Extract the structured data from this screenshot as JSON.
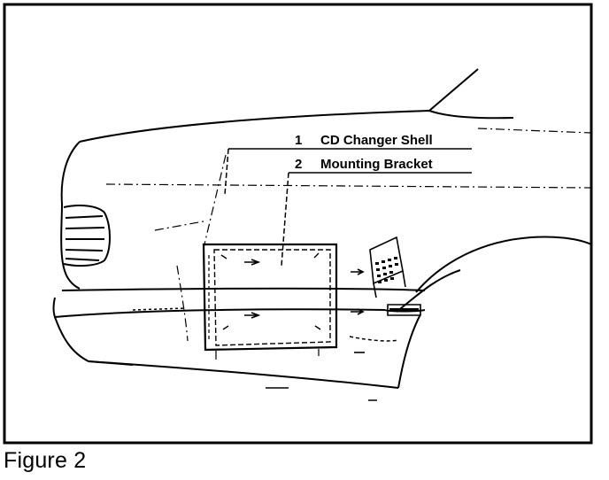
{
  "figure": {
    "caption": "Figure 2",
    "callouts": [
      {
        "number": "1",
        "label": "CD Changer Shell"
      },
      {
        "number": "2",
        "label": "Mounting Bracket"
      }
    ]
  }
}
